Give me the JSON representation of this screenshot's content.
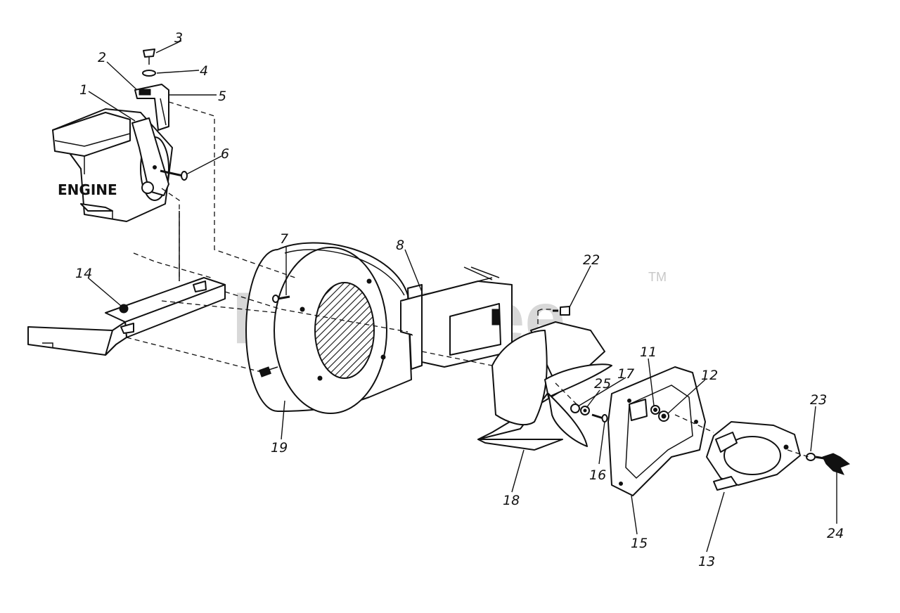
{
  "watermark": {
    "brand": "PartsTree",
    "trademark": "TM"
  },
  "engine_label": "ENGINE",
  "callouts": [
    {
      "id": "p1",
      "label": "1"
    },
    {
      "id": "p2",
      "label": "2"
    },
    {
      "id": "p3",
      "label": "3"
    },
    {
      "id": "p4",
      "label": "4"
    },
    {
      "id": "p5",
      "label": "5"
    },
    {
      "id": "p6",
      "label": "6"
    },
    {
      "id": "p7",
      "label": "7"
    },
    {
      "id": "p8",
      "label": "8"
    },
    {
      "id": "p11",
      "label": "11"
    },
    {
      "id": "p12",
      "label": "12"
    },
    {
      "id": "p13",
      "label": "13"
    },
    {
      "id": "p14",
      "label": "14"
    },
    {
      "id": "p15",
      "label": "15"
    },
    {
      "id": "p16",
      "label": "16"
    },
    {
      "id": "p17",
      "label": "17"
    },
    {
      "id": "p18",
      "label": "18"
    },
    {
      "id": "p19",
      "label": "19"
    },
    {
      "id": "p22",
      "label": "22"
    },
    {
      "id": "p23",
      "label": "23"
    },
    {
      "id": "p24",
      "label": "24"
    },
    {
      "id": "p25",
      "label": "25"
    }
  ]
}
